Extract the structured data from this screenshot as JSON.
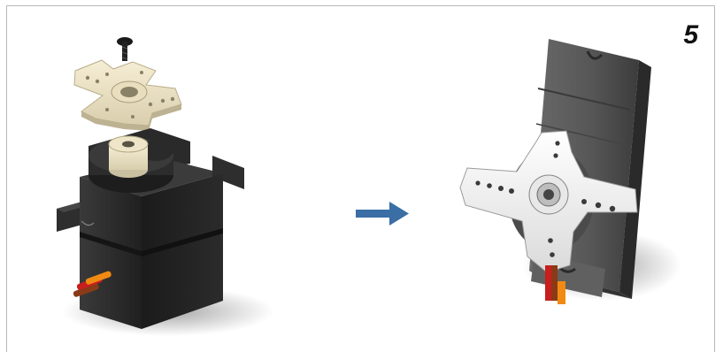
{
  "step": {
    "number": "5"
  },
  "colors": {
    "servo_body": "#242424",
    "servo_body_light": "#3a3a3a",
    "horn_cream": "#efe6c9",
    "horn_white": "#f3f3f3",
    "arrow": "#3a6ea5",
    "wire_red": "#c81e1e",
    "wire_orange": "#f08a12",
    "wire_brown": "#8a3a16"
  },
  "icons": {
    "left_figure": "servo-exploded-view",
    "arrow": "right-arrow-icon",
    "right_figure": "servo-assembled-view"
  }
}
